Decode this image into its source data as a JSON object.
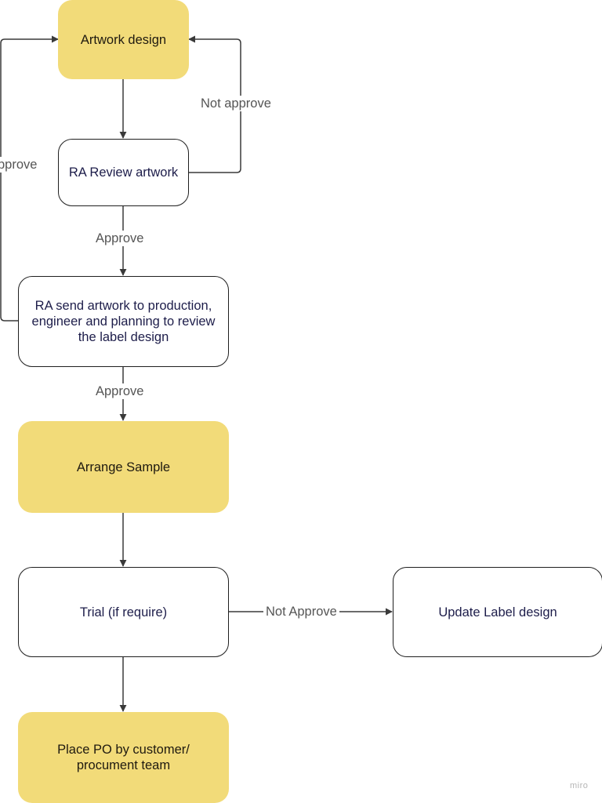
{
  "diagram": {
    "nodes": {
      "artwork_design": "Artwork design",
      "ra_review": "RA Review artwork",
      "ra_send": "RA send artwork to production,\nengineer and planning to review\nthe label design",
      "arrange_sample": "Arrange Sample",
      "trial": "Trial (if require)",
      "update_label": "Update Label design",
      "place_po": "Place PO by customer/\nprocument team"
    },
    "edge_labels": {
      "not_approve_review": "Not approve",
      "not_approve_send": "pprove",
      "approve_review": "Approve",
      "approve_send": "Approve",
      "not_approve_trial": "Not Approve"
    },
    "colors": {
      "highlight": "#f2db79",
      "line": "#3a3a3a"
    }
  },
  "watermark": "miro"
}
